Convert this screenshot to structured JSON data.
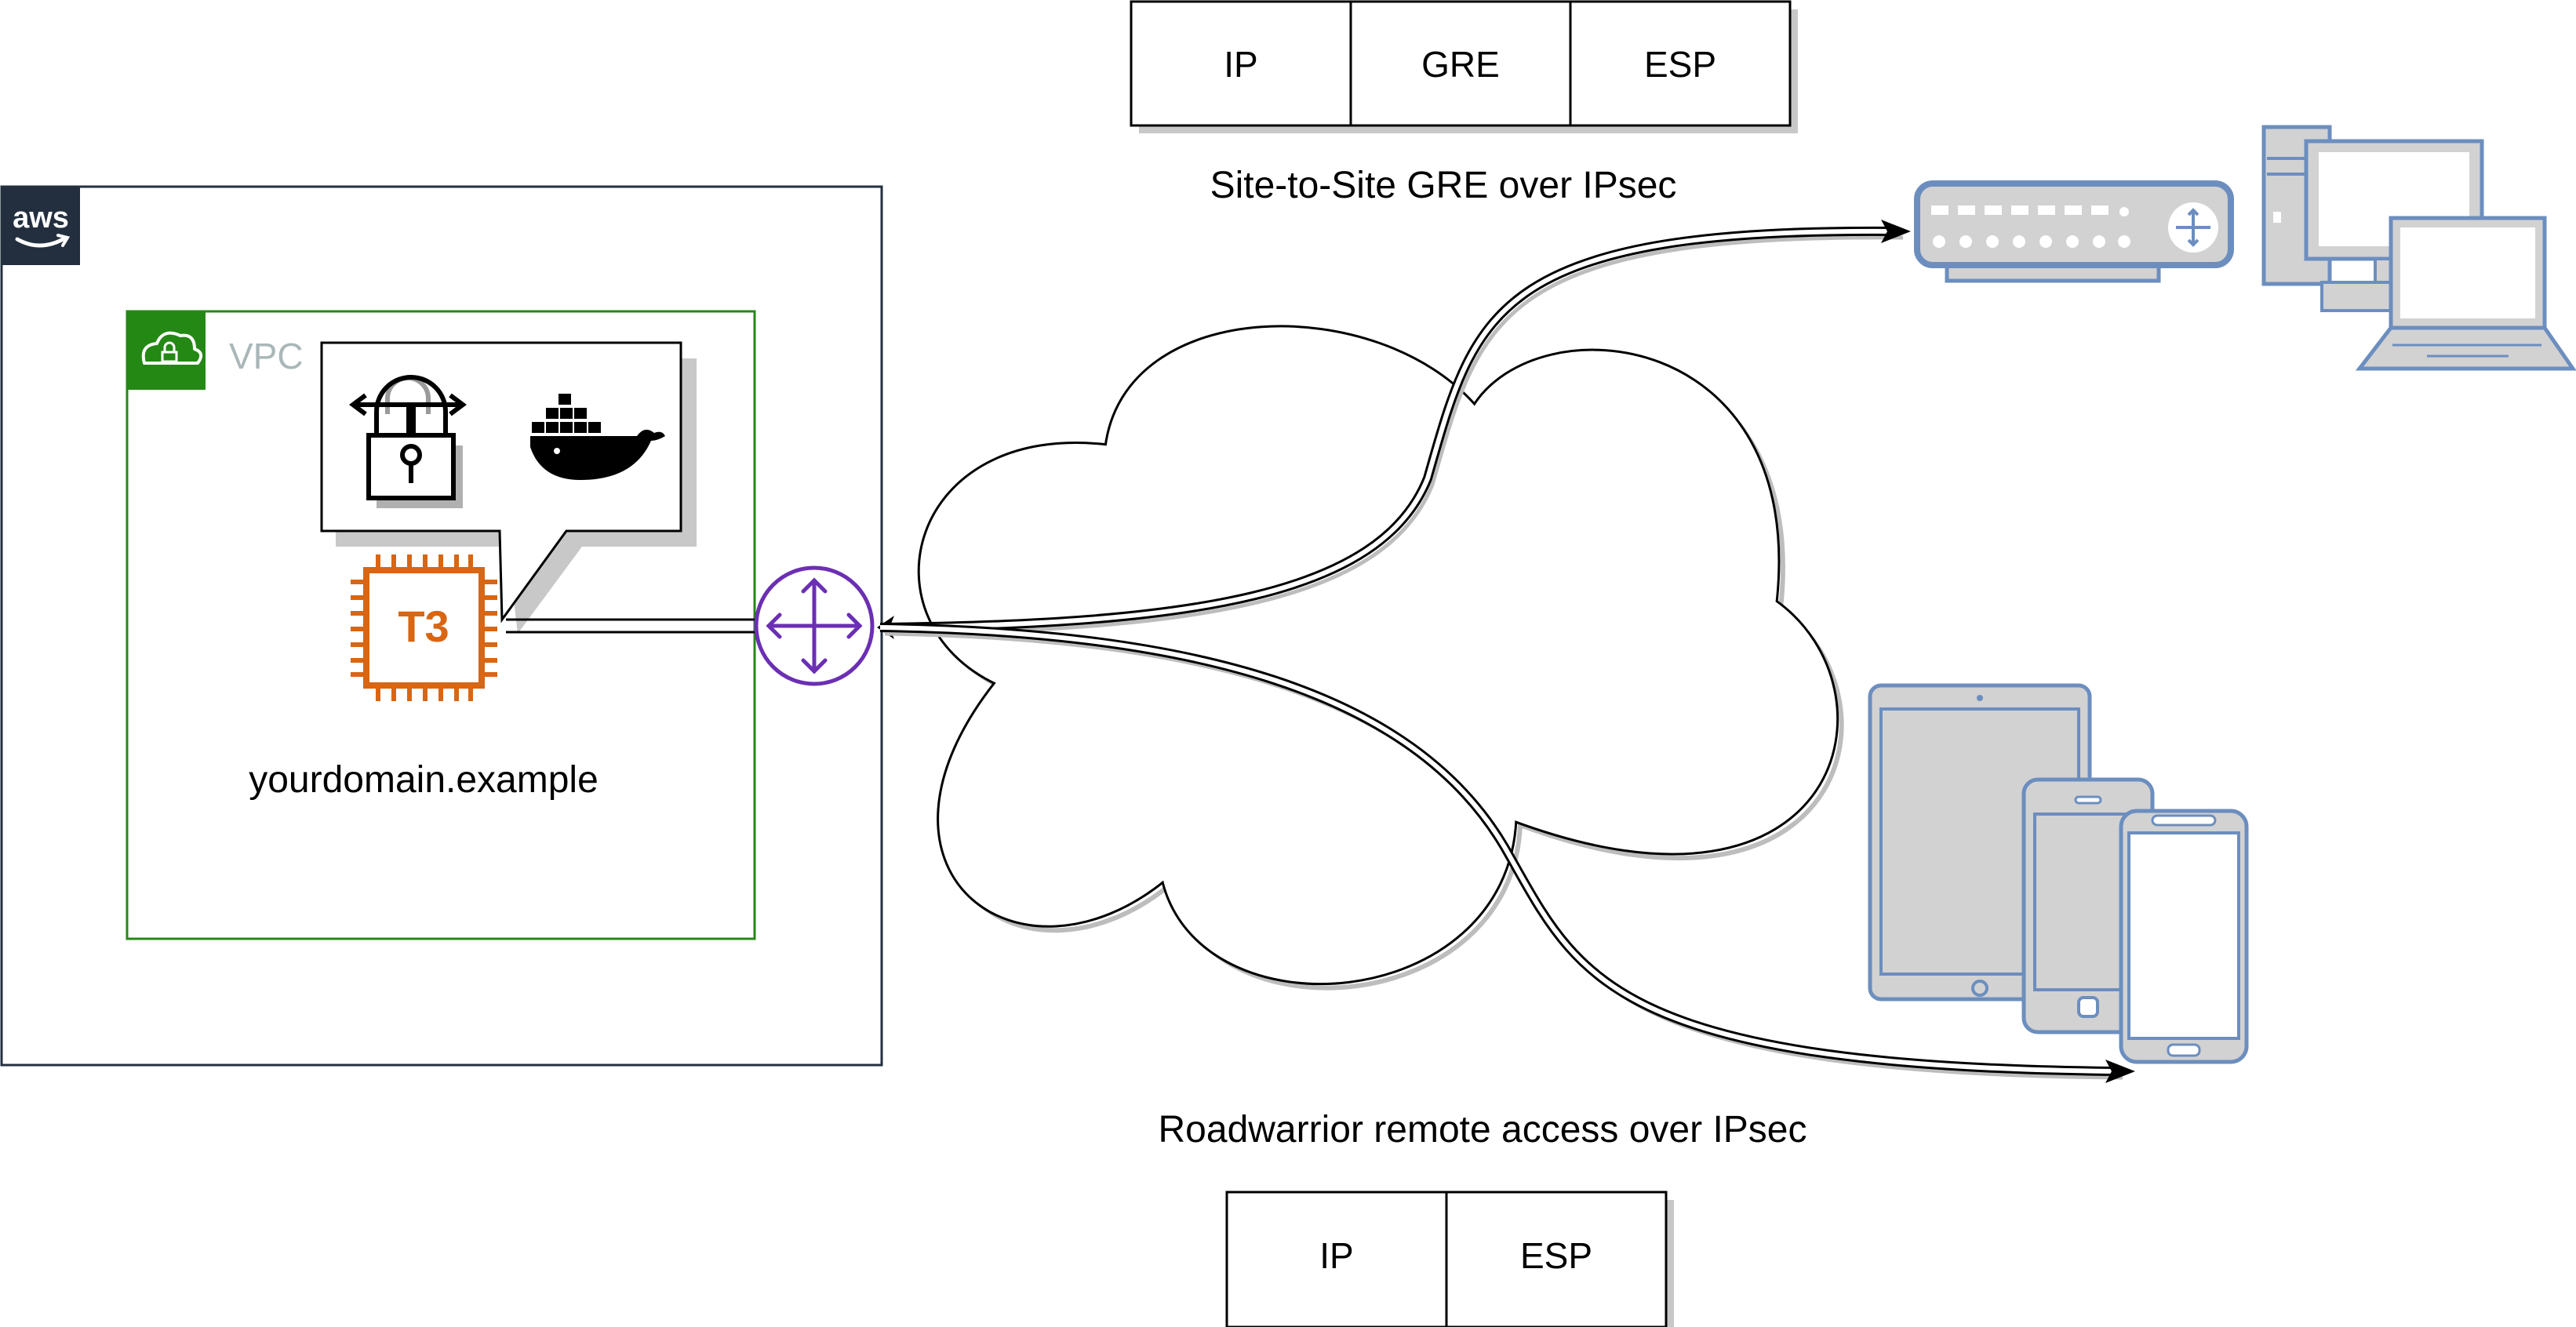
{
  "diagram": {
    "aws_badge": "aws",
    "vpc_label": "VPC",
    "instance_type": "T3",
    "domain_label": "yourdomain.example",
    "site_to_site": {
      "caption": "Site-to-Site GRE over IPsec",
      "packet": [
        "IP",
        "GRE",
        "ESP"
      ]
    },
    "roadwarrior": {
      "caption": "Roadwarrior remote access over IPsec",
      "packet": [
        "IP",
        "ESP"
      ]
    },
    "icons": {
      "aws": "aws-logo-icon",
      "vpc": "vpc-cloud-lock-icon",
      "vpn": "padlock-vpn-icon",
      "container": "docker-whale-icon",
      "instance": "ec2-t3-chip-icon",
      "router": "router-icon",
      "internet": "internet-cloud-icon",
      "site_router": "rack-router-icon",
      "site_clients": "desktop-laptop-icon",
      "mobile_clients": "tablet-phone-icon"
    },
    "colors": {
      "aws_dark": "#232F3E",
      "vpc_green": "#248814",
      "instance_orange": "#D86613",
      "router_purple": "#6B2FB3",
      "device_blue": "#6C8EBF",
      "device_fill": "#D2D2D2",
      "vpc_text": "#AAB7B8"
    }
  }
}
